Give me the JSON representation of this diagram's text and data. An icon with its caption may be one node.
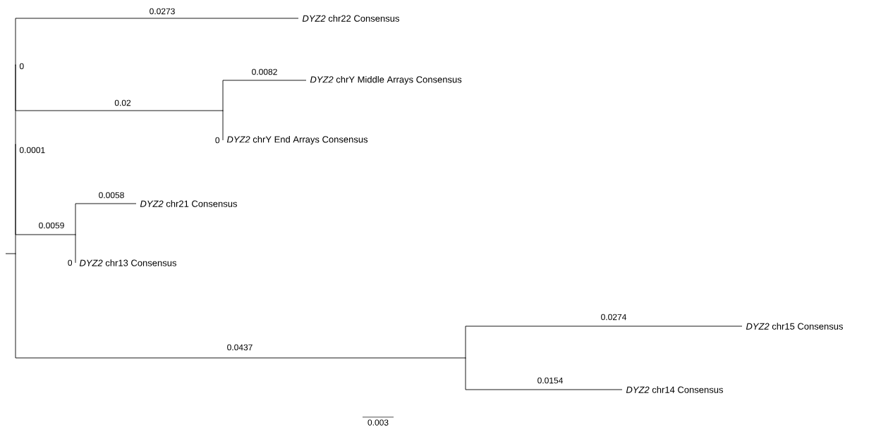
{
  "diagram": {
    "nodes": [
      {
        "text": [],
        "shape": "point"
      },
      {
        "text": [],
        "shape": "point"
      },
      {
        "text": [],
        "shape": "point"
      },
      {
        "text": [
          "*DYZ2* chr22 Consensus"
        ]
      },
      {
        "text": [],
        "shape": "point"
      },
      {
        "text": [
          "*DYZ2* chrY Middle Arrays Consensus"
        ]
      },
      {
        "text": [
          "*DYZ2* chrY End Arrays Consensus"
        ]
      },
      {
        "text": [],
        "shape": "point"
      },
      {
        "text": [
          "*DYZ2* chr21 Consensus"
        ]
      },
      {
        "text": [
          "*DYZ2* chr13 Consensus"
        ]
      },
      {
        "text": [],
        "shape": "point"
      },
      {
        "text": [
          "*DYZ2* chr15 Consensus"
        ]
      },
      {
        "text": [
          "*DYZ2* chr14 Consensus"
        ]
      }
    ],
    "edges": [
      {
        "from": null,
        "to": 0,
        "arrow": "none"
      },
      {
        "from": 0,
        "to": 1,
        "arrow": "none",
        "label": "0.0001"
      },
      {
        "from": 1,
        "to": 2,
        "arrow": "none",
        "label": "0"
      },
      {
        "from": 2,
        "to": 3,
        "arrow": "none",
        "label": "0.0273"
      },
      {
        "from": 2,
        "to": 4,
        "arrow": "none",
        "label": "0.02"
      },
      {
        "from": 4,
        "to": 5,
        "arrow": "none",
        "label": "0.0082"
      },
      {
        "from": 4,
        "to": 6,
        "arrow": "none",
        "label": "0"
      },
      {
        "from": 1,
        "to": 7,
        "arrow": "none",
        "label": "0.0059"
      },
      {
        "from": 7,
        "to": 8,
        "arrow": "none",
        "label": "0.0058"
      },
      {
        "from": 7,
        "to": 9,
        "arrow": "none",
        "label": "0"
      },
      {
        "from": 0,
        "to": 10,
        "arrow": "none",
        "label": "0.0437"
      },
      {
        "from": 10,
        "to": 11,
        "arrow": "none",
        "label": "0.0274"
      },
      {
        "from": 10,
        "to": 12,
        "arrow": "none",
        "label": "0.0154"
      }
    ],
    "labels": [
      "0.003"
    ]
  }
}
